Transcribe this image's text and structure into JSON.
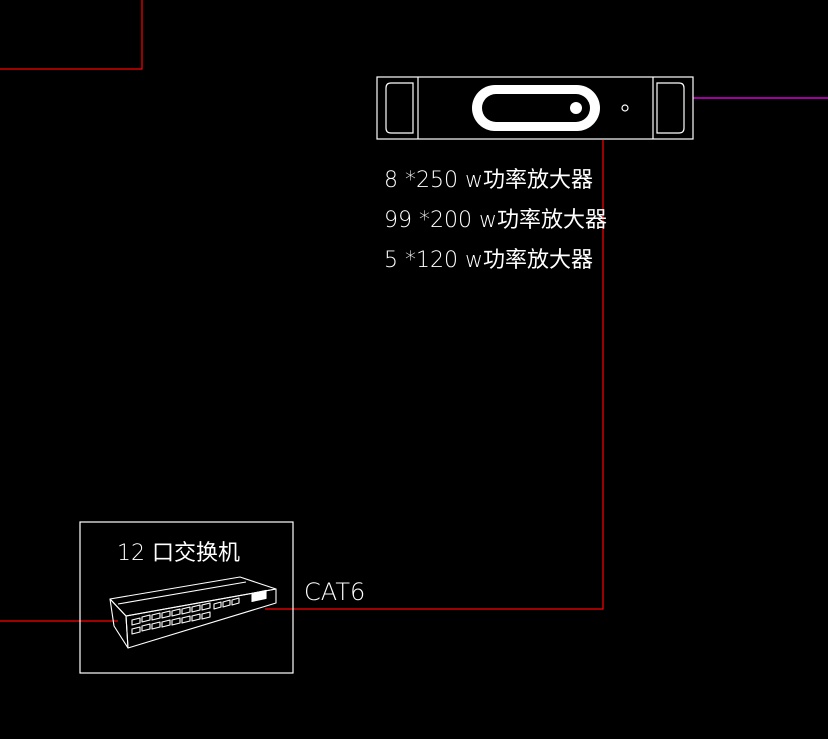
{
  "colors": {
    "background": "#000000",
    "device_outline": "#ffffff",
    "red_wire": "#ff0000",
    "magenta_wire": "#ff00ff"
  },
  "amplifier": {
    "icon": "power-amplifier-icon",
    "specs": [
      "8 *250 w功率放大器",
      "99 *200 w功率放大器",
      "5 *120 w功率放大器"
    ]
  },
  "switch": {
    "icon": "network-switch-icon",
    "label": "12 口交换机"
  },
  "cable": {
    "label": "CAT6"
  }
}
